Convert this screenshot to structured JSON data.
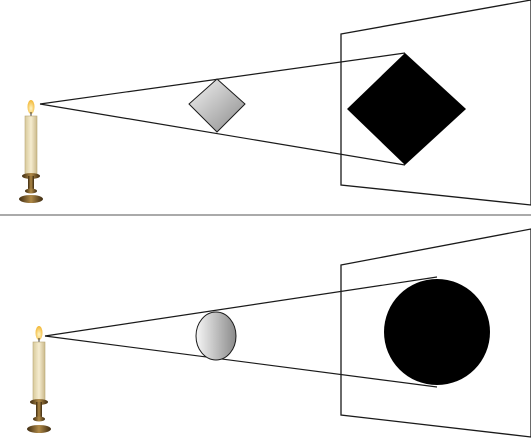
{
  "colors": {
    "background": "#ffffff",
    "line": "#1a1a1a",
    "shadow": "#000000",
    "divider": "#555555",
    "object_light": "#f4f4f4",
    "object_dark": "#8a8a8a",
    "candle_wax": "#efe3bd",
    "candle_flame": "#f7d55a",
    "candle_holder": "#5a3f1c"
  },
  "panels": [
    {
      "id": "top",
      "object_shape": "diamond",
      "shadow_shape": "diamond"
    },
    {
      "id": "bottom",
      "object_shape": "circle",
      "shadow_shape": "circle"
    }
  ],
  "icons": [
    "candle-icon"
  ]
}
